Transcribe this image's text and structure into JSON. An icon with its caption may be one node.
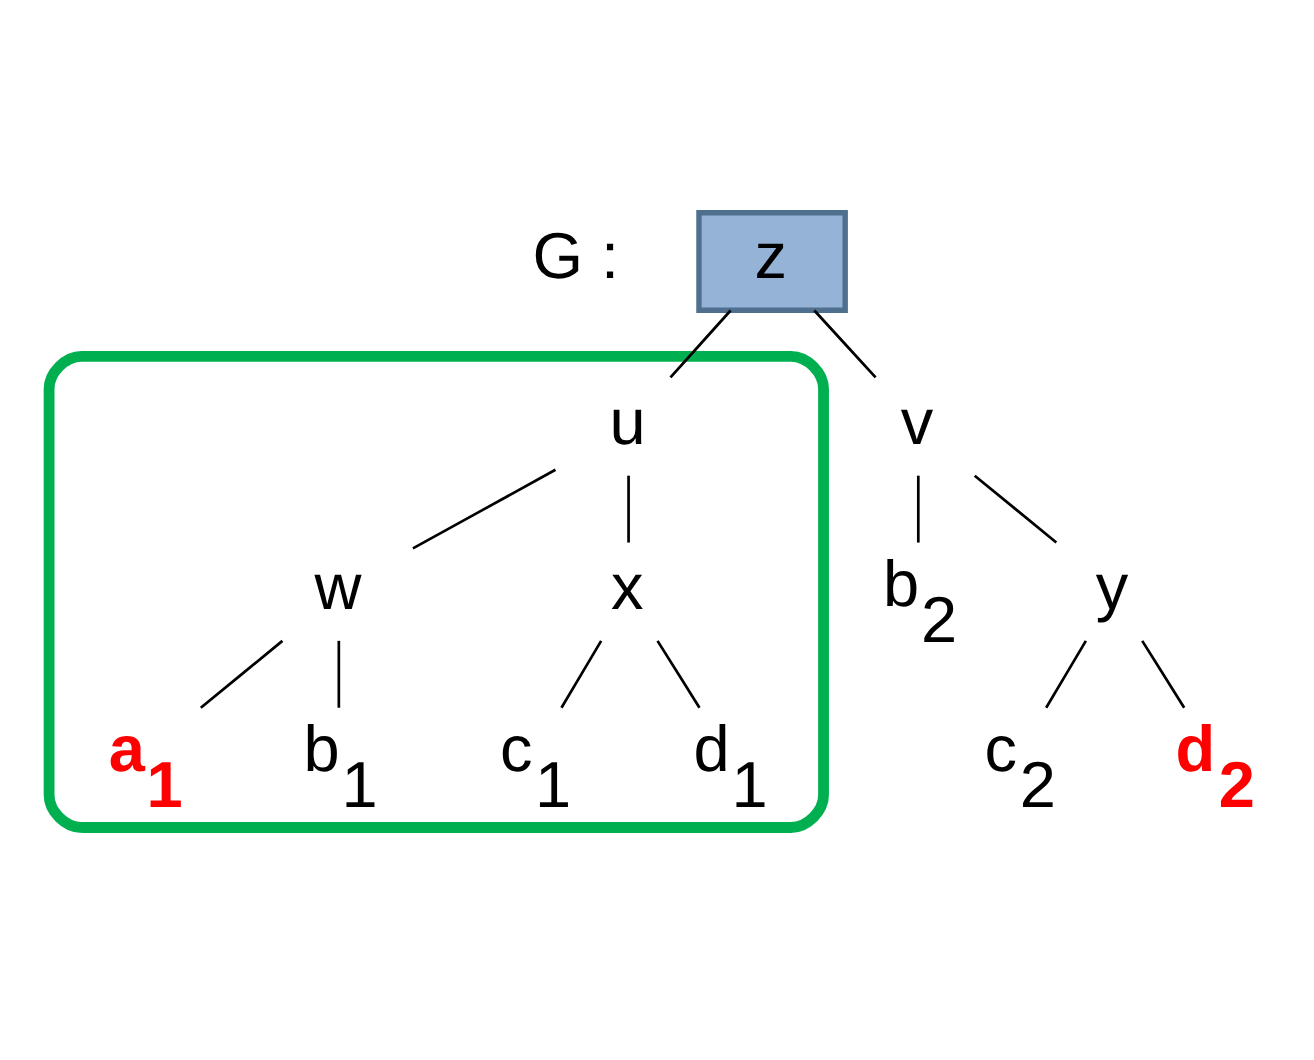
{
  "diagram": {
    "nodes": [
      {
        "text": [
          "z"
        ]
      },
      {
        "text": [],
        "shape": "ellipse"
      },
      {
        "text": [
          "u"
        ],
        "in": 1
      },
      {
        "text": [
          "v"
        ]
      },
      {
        "text": [
          "w"
        ],
        "in": 1
      },
      {
        "text": [
          "x"
        ],
        "in": 1
      },
      {
        "text": [
          "y"
        ]
      },
      {
        "text": [
          "a$_{1}$"
        ],
        "in": 1
      },
      {
        "text": [
          "b$_{1}$"
        ],
        "in": 1
      },
      {
        "text": [
          "c$_{1}$"
        ],
        "in": 1
      },
      {
        "text": [
          "d$_{1}$"
        ],
        "in": 1
      },
      {
        "text": [
          "b$_{2}$"
        ]
      },
      {
        "text": [
          "c$_{2}$"
        ]
      },
      {
        "text": [
          "d$_{2}$"
        ]
      }
    ],
    "edges": [
      {
        "from": 0,
        "to": 2,
        "arrow": "none"
      },
      {
        "from": 0,
        "to": 3,
        "arrow": "none"
      },
      {
        "from": 2,
        "to": 4,
        "arrow": "none"
      },
      {
        "from": 2,
        "to": 5,
        "arrow": "none"
      },
      {
        "from": 4,
        "to": 7,
        "arrow": "none"
      },
      {
        "from": 4,
        "to": 8,
        "arrow": "none"
      },
      {
        "from": 5,
        "to": 9,
        "arrow": "none"
      },
      {
        "from": 5,
        "to": 10,
        "arrow": "none"
      },
      {
        "from": 3,
        "to": 11,
        "arrow": "none"
      },
      {
        "from": 3,
        "to": 6,
        "arrow": "none"
      },
      {
        "from": 6,
        "to": 12,
        "arrow": "none"
      },
      {
        "from": 6,
        "to": 13,
        "arrow": "none"
      }
    ],
    "labels": [
      "G :"
    ]
  }
}
